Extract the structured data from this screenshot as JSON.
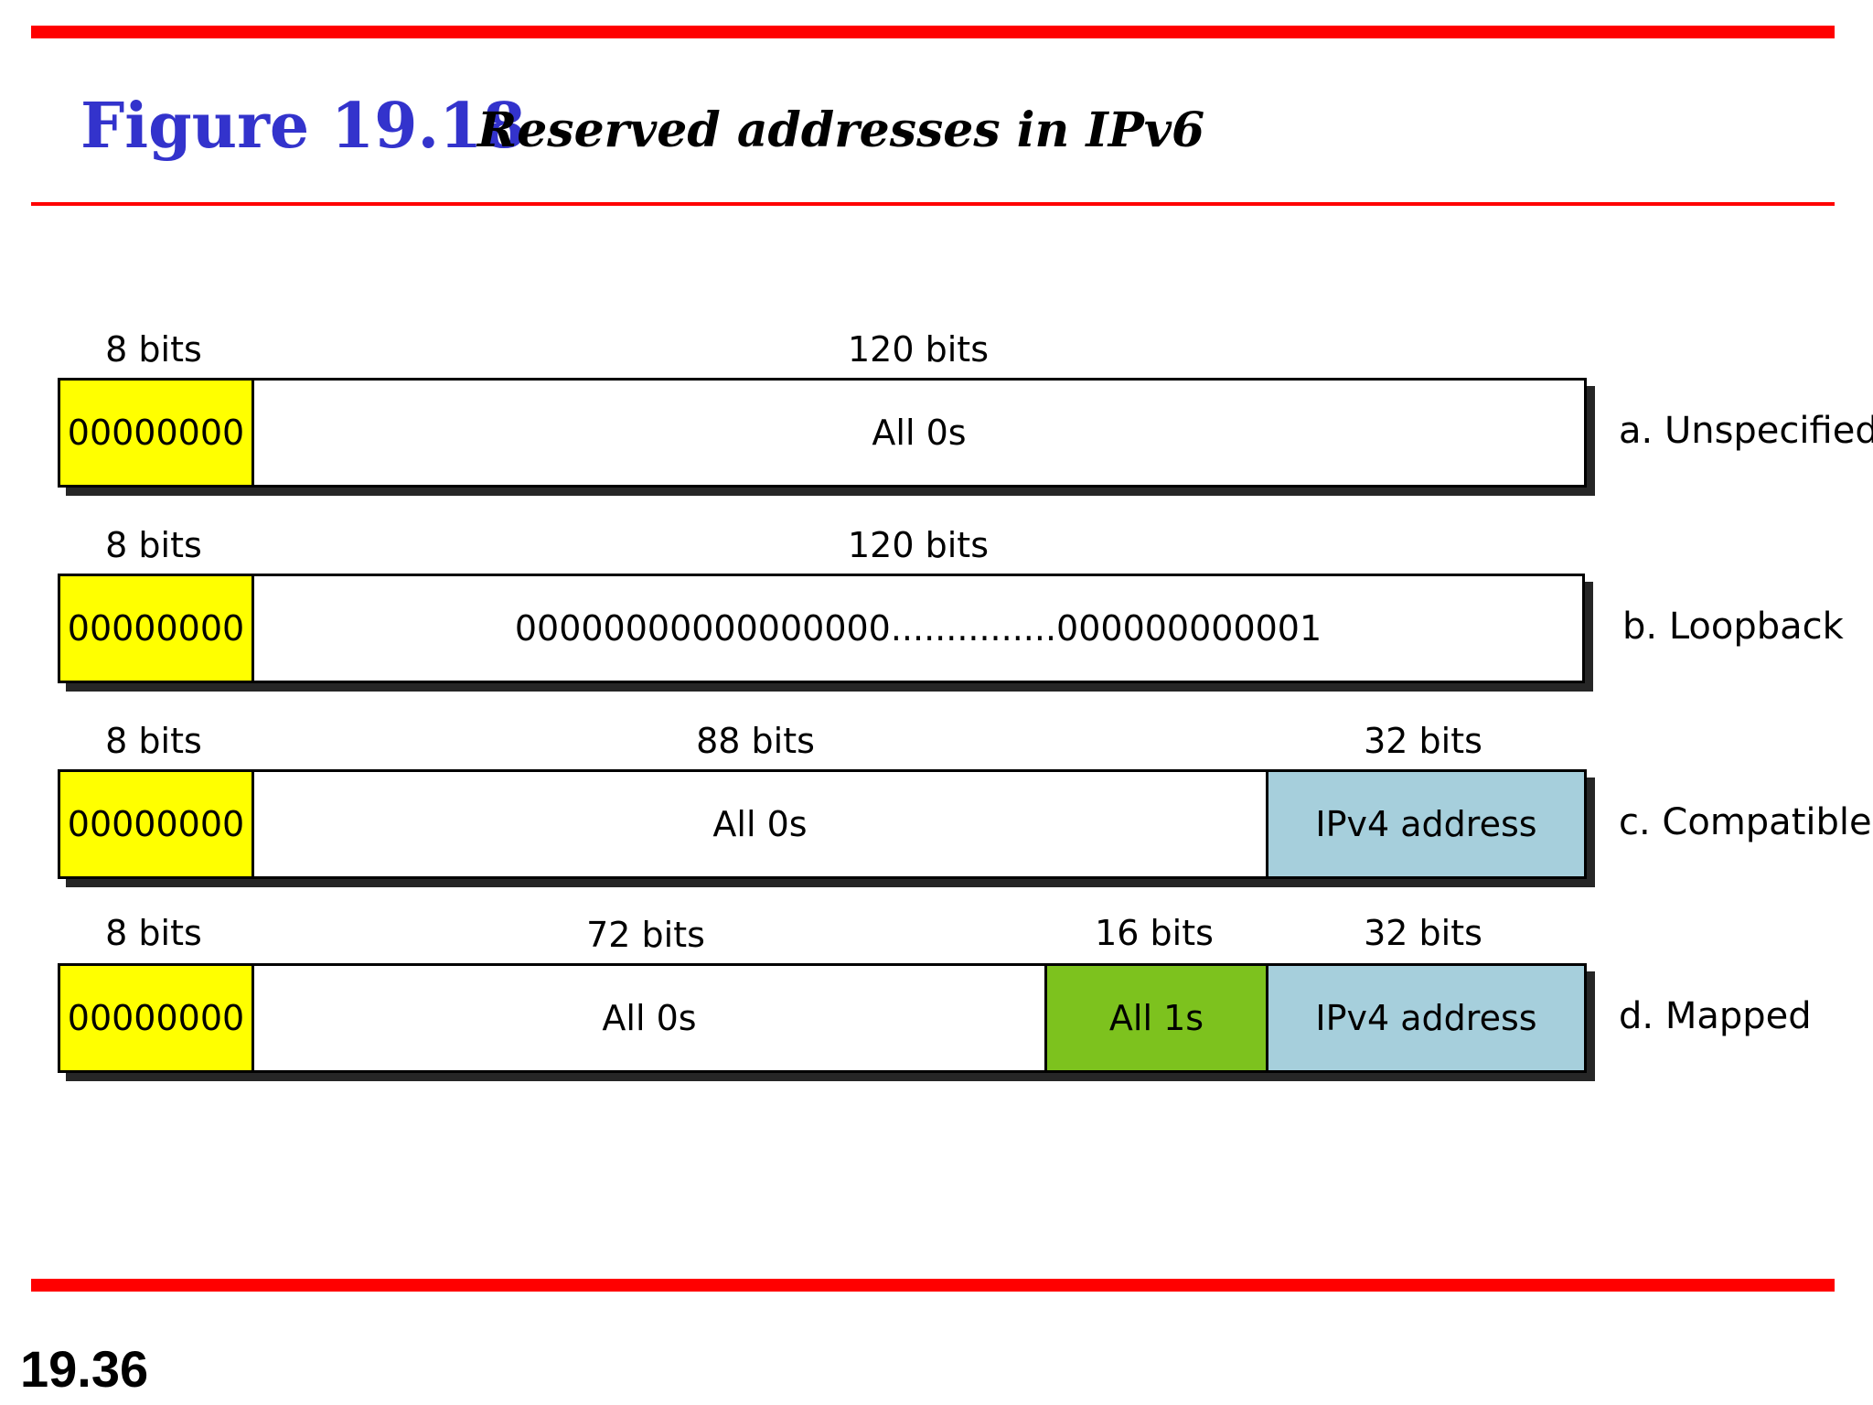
{
  "figure": {
    "number": "Figure 19.18",
    "caption": "Reserved addresses in IPv6"
  },
  "rows": [
    {
      "label": "a. Unspecified",
      "fields": [
        {
          "bits": "8 bits",
          "content": "00000000",
          "kind": "prefix"
        },
        {
          "bits": "120 bits",
          "content": "All 0s",
          "kind": "zeros"
        }
      ]
    },
    {
      "label": "b. Loopback",
      "fields": [
        {
          "bits": "8 bits",
          "content": "00000000",
          "kind": "prefix"
        },
        {
          "bits": "120 bits",
          "content": "00000000000000000...............000000000001",
          "kind": "zeros"
        }
      ]
    },
    {
      "label": "c. Compatible",
      "fields": [
        {
          "bits": "8 bits",
          "content": "00000000",
          "kind": "prefix"
        },
        {
          "bits": "88 bits",
          "content": "All 0s",
          "kind": "zeros"
        },
        {
          "bits": "32 bits",
          "content": "IPv4 address",
          "kind": "ipv4"
        }
      ]
    },
    {
      "label": "d. Mapped",
      "fields": [
        {
          "bits": "8 bits",
          "content": "00000000",
          "kind": "prefix"
        },
        {
          "bits": "72 bits",
          "content": "All 0s",
          "kind": "zeros"
        },
        {
          "bits": "16 bits",
          "content": "All 1s",
          "kind": "ones"
        },
        {
          "bits": "32 bits",
          "content": "IPv4 address",
          "kind": "ipv4"
        }
      ]
    }
  ],
  "colors": {
    "rule": "#ff0000",
    "figure_number": "#3333cc",
    "prefix_field": "#ffff00",
    "ones_field": "#7dc21e",
    "ipv4_field": "#a6cfdc"
  },
  "page_number": "19.36"
}
